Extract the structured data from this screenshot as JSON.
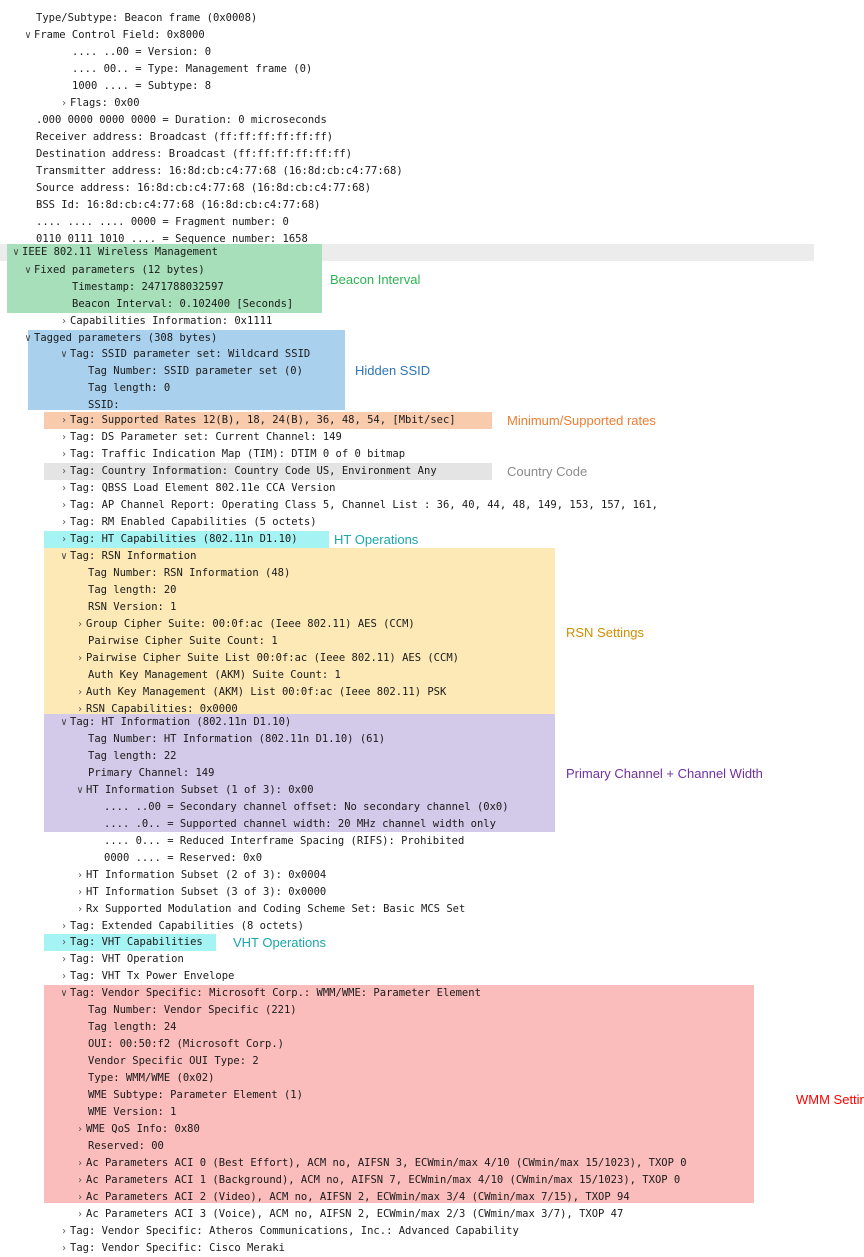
{
  "rows": [
    {
      "text": "Type/Subtype: Beacon frame (0x0008)",
      "toggle": "none"
    },
    {
      "text": "Frame Control Field: 0x8000",
      "toggle": "expanded"
    },
    {
      "text": ".... ..00 = Version: 0",
      "toggle": "none"
    },
    {
      "text": ".... 00.. = Type: Management frame (0)",
      "toggle": "none"
    },
    {
      "text": "1000 .... = Subtype: 8",
      "toggle": "none"
    },
    {
      "text": "Flags: 0x00",
      "toggle": "collapsed"
    },
    {
      "text": ".000 0000 0000 0000 = Duration: 0 microseconds",
      "toggle": "none"
    },
    {
      "text": "Receiver address: Broadcast (ff:ff:ff:ff:ff:ff)",
      "toggle": "none"
    },
    {
      "text": "Destination address: Broadcast (ff:ff:ff:ff:ff:ff)",
      "toggle": "none"
    },
    {
      "text": "Transmitter address: 16:8d:cb:c4:77:68 (16:8d:cb:c4:77:68)",
      "toggle": "none"
    },
    {
      "text": "Source address: 16:8d:cb:c4:77:68 (16:8d:cb:c4:77:68)",
      "toggle": "none"
    },
    {
      "text": "BSS Id: 16:8d:cb:c4:77:68 (16:8d:cb:c4:77:68)",
      "toggle": "none"
    },
    {
      "text": ".... .... .... 0000 = Fragment number: 0",
      "toggle": "none"
    },
    {
      "text": "0110 0111 1010 .... = Sequence number: 1658",
      "toggle": "none"
    },
    {
      "text": "IEEE 802.11 Wireless Management",
      "toggle": "expanded"
    },
    {
      "text": "Fixed parameters (12 bytes)",
      "toggle": "expanded"
    },
    {
      "text": "Timestamp: 2471788032597",
      "toggle": "none"
    },
    {
      "text": "Beacon Interval: 0.102400 [Seconds]",
      "toggle": "none"
    },
    {
      "text": "Capabilities Information: 0x1111",
      "toggle": "collapsed"
    },
    {
      "text": "Tagged parameters (308 bytes)",
      "toggle": "expanded"
    },
    {
      "text": "Tag: SSID parameter set: Wildcard SSID",
      "toggle": "expanded"
    },
    {
      "text": "Tag Number: SSID parameter set (0)",
      "toggle": "none"
    },
    {
      "text": "Tag length: 0",
      "toggle": "none"
    },
    {
      "text": "SSID:",
      "toggle": "none"
    },
    {
      "text": "Tag: Supported Rates 12(B), 18, 24(B), 36, 48, 54, [Mbit/sec]",
      "toggle": "collapsed"
    },
    {
      "text": "Tag: DS Parameter set: Current Channel: 149",
      "toggle": "collapsed"
    },
    {
      "text": "Tag: Traffic Indication Map (TIM): DTIM 0 of 0 bitmap",
      "toggle": "collapsed"
    },
    {
      "text": "Tag: Country Information: Country Code US, Environment Any",
      "toggle": "collapsed"
    },
    {
      "text": "Tag: QBSS Load Element 802.11e CCA Version",
      "toggle": "collapsed"
    },
    {
      "text": "Tag: AP Channel Report: Operating Class 5, Channel List : 36, 40, 44, 48, 149, 153, 157, 161,",
      "toggle": "collapsed"
    },
    {
      "text": "Tag: RM Enabled Capabilities (5 octets)",
      "toggle": "collapsed"
    },
    {
      "text": "Tag: HT Capabilities (802.11n D1.10)",
      "toggle": "collapsed"
    },
    {
      "text": "Tag: RSN Information",
      "toggle": "expanded"
    },
    {
      "text": "Tag Number: RSN Information (48)",
      "toggle": "none"
    },
    {
      "text": "Tag length: 20",
      "toggle": "none"
    },
    {
      "text": "RSN Version: 1",
      "toggle": "none"
    },
    {
      "text": "Group Cipher Suite: 00:0f:ac (Ieee 802.11) AES (CCM)",
      "toggle": "collapsed"
    },
    {
      "text": "Pairwise Cipher Suite Count: 1",
      "toggle": "none"
    },
    {
      "text": "Pairwise Cipher Suite List 00:0f:ac (Ieee 802.11) AES (CCM)",
      "toggle": "collapsed"
    },
    {
      "text": "Auth Key Management (AKM) Suite Count: 1",
      "toggle": "none"
    },
    {
      "text": "Auth Key Management (AKM) List 00:0f:ac (Ieee 802.11) PSK",
      "toggle": "collapsed"
    },
    {
      "text": "RSN Capabilities: 0x0000",
      "toggle": "collapsed"
    },
    {
      "text": "Tag: HT Information (802.11n D1.10)",
      "toggle": "expanded"
    },
    {
      "text": "Tag Number: HT Information (802.11n D1.10) (61)",
      "toggle": "none"
    },
    {
      "text": "Tag length: 22",
      "toggle": "none"
    },
    {
      "text": "Primary Channel: 149",
      "toggle": "none"
    },
    {
      "text": "HT Information Subset (1 of 3): 0x00",
      "toggle": "expanded"
    },
    {
      "text": ".... ..00 = Secondary channel offset: No secondary channel (0x0)",
      "toggle": "none"
    },
    {
      "text": ".... .0.. = Supported channel width: 20 MHz channel width only",
      "toggle": "none"
    },
    {
      "text": ".... 0... = Reduced Interframe Spacing (RIFS): Prohibited",
      "toggle": "none"
    },
    {
      "text": "0000 .... = Reserved: 0x0",
      "toggle": "none"
    },
    {
      "text": "HT Information Subset (2 of 3): 0x0004",
      "toggle": "collapsed"
    },
    {
      "text": "HT Information Subset (3 of 3): 0x0000",
      "toggle": "collapsed"
    },
    {
      "text": "Rx Supported Modulation and Coding Scheme Set: Basic MCS Set",
      "toggle": "collapsed"
    },
    {
      "text": "Tag: Extended Capabilities (8 octets)",
      "toggle": "collapsed"
    },
    {
      "text": "Tag: VHT Capabilities",
      "toggle": "collapsed"
    },
    {
      "text": "Tag: VHT Operation",
      "toggle": "collapsed"
    },
    {
      "text": "Tag: VHT Tx Power Envelope",
      "toggle": "collapsed"
    },
    {
      "text": "Tag: Vendor Specific: Microsoft Corp.: WMM/WME: Parameter Element",
      "toggle": "expanded"
    },
    {
      "text": "Tag Number: Vendor Specific (221)",
      "toggle": "none"
    },
    {
      "text": "Tag length: 24",
      "toggle": "none"
    },
    {
      "text": "OUI: 00:50:f2 (Microsoft Corp.)",
      "toggle": "none"
    },
    {
      "text": "Vendor Specific OUI Type: 2",
      "toggle": "none"
    },
    {
      "text": "Type: WMM/WME (0x02)",
      "toggle": "none"
    },
    {
      "text": "WME Subtype: Parameter Element (1)",
      "toggle": "none"
    },
    {
      "text": "WME Version: 1",
      "toggle": "none"
    },
    {
      "text": "WME QoS Info: 0x80",
      "toggle": "collapsed"
    },
    {
      "text": "Reserved: 00",
      "toggle": "none"
    },
    {
      "text": "Ac Parameters ACI 0 (Best Effort), ACM no, AIFSN 3, ECWmin/max 4/10 (CWmin/max 15/1023), TXOP 0",
      "toggle": "collapsed"
    },
    {
      "text": "Ac Parameters ACI 1 (Background), ACM no, AIFSN 7, ECWmin/max 4/10 (CWmin/max 15/1023), TXOP 0",
      "toggle": "collapsed"
    },
    {
      "text": "Ac Parameters ACI 2 (Video), ACM no, AIFSN 2, ECWmin/max 3/4 (CWmin/max 7/15), TXOP 94",
      "toggle": "collapsed"
    },
    {
      "text": "Ac Parameters ACI 3 (Voice), ACM no, AIFSN 2, ECWmin/max 2/3 (CWmin/max 3/7), TXOP 47",
      "toggle": "collapsed"
    },
    {
      "text": "Tag: Vendor Specific: Atheros Communications, Inc.: Advanced Capability",
      "toggle": "collapsed"
    },
    {
      "text": "Tag: Vendor Specific: Cisco Meraki",
      "toggle": "collapsed"
    }
  ],
  "annotations": [
    {
      "label": "Beacon Interval",
      "color": "#2db354"
    },
    {
      "label": "Hidden SSID",
      "color": "#2e75b6"
    },
    {
      "label": "Minimum/Supported rates",
      "color": "#ed7d31"
    },
    {
      "label": "Country Code",
      "color": "#8c8c8c"
    },
    {
      "label": "HT Operations",
      "color": "#1ba7ab"
    },
    {
      "label": "RSN Settings",
      "color": "#d08f00"
    },
    {
      "label": "Primary Channel + Channel Width",
      "color": "#7030a0"
    },
    {
      "label": "VHT Operations",
      "color": "#1ba7ab"
    },
    {
      "label": "WMM Settings",
      "color": "#ff0000"
    }
  ],
  "glyphs": {
    "expanded": "∨",
    "collapsed": "›"
  }
}
